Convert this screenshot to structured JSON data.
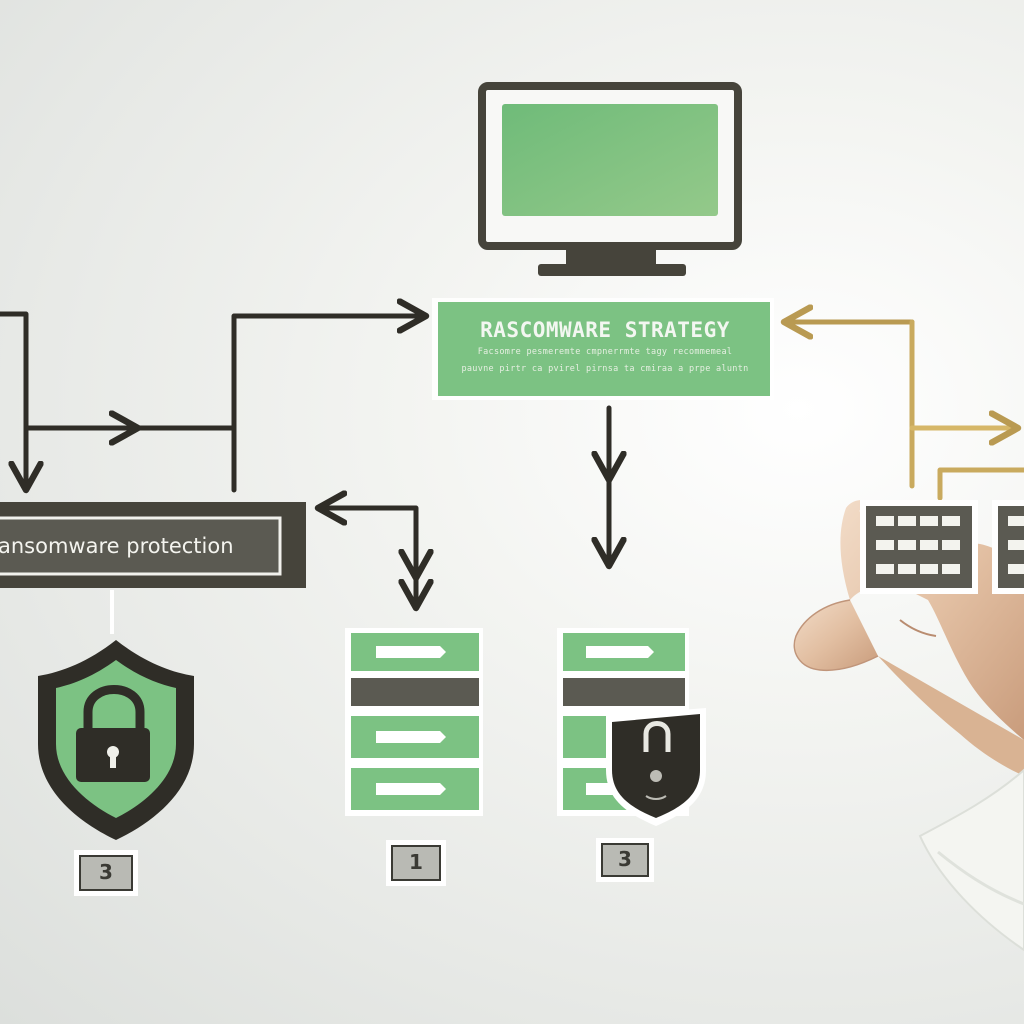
{
  "diagram": {
    "strategy_box": {
      "title": "RASCOMWARE STRATEGY",
      "subtitle_line1": "Facsomre pesmeremte cmpnerrmte tagy recommemeal",
      "subtitle_line2": "pauvne pirtr ca pvirel pirnsa ta cmiraa a prpe aluntn"
    },
    "protection_box": {
      "label": "ansomware protection"
    },
    "step_labels": [
      "3",
      "1",
      "3"
    ],
    "icons": [
      "monitor-icon",
      "shield-lock-icon",
      "server-stack-icon",
      "server-stack-icon",
      "shield-lock-icon",
      "server-rack-icon",
      "hand"
    ],
    "colors": {
      "green": "#7cc283",
      "dark": "#46443b",
      "arrow": "#2f2d27",
      "gold": "#cdae5d"
    }
  }
}
